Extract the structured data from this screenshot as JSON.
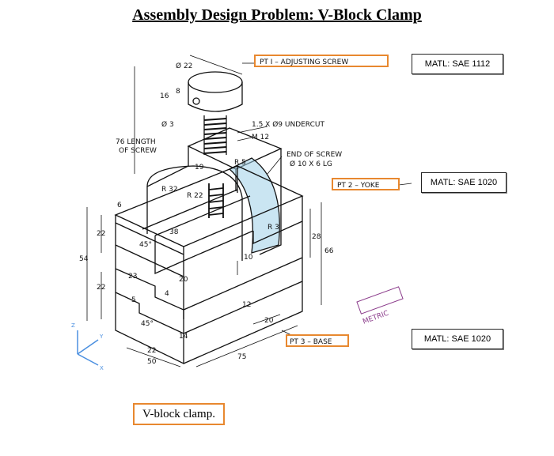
{
  "title": "Assembly Design Problem: V-Block Clamp",
  "parts": [
    {
      "label": "PT I – ADJUSTING SCREW",
      "material": "MATL: SAE 1112"
    },
    {
      "label": "PT 2 – YOKE",
      "material": "MATL: SAE 1020"
    },
    {
      "label": "PT 3 – BASE",
      "material": "MATL: SAE 1020"
    }
  ],
  "callouts": {
    "undercut": "1.5 X Ø9 UNDERCUT",
    "thread": "M 12",
    "screw_end_1": "END OF SCREW",
    "screw_end_2": "Ø 10 X 6 LG",
    "length_1": "76 LENGTH",
    "length_2": "OF SCREW",
    "metric": "METRIC"
  },
  "dimensions": {
    "d22": "Ø 22",
    "d3": "Ø 3",
    "d16": "16",
    "d8": "8",
    "d19": "19",
    "r5": "R 5",
    "r32": "R 32",
    "r22": "R 22",
    "r3": "R 3",
    "d6": "6",
    "d22a": "22",
    "d38": "38",
    "a45a": "45°",
    "d54": "54",
    "d23": "23",
    "d20": "20",
    "d4": "4",
    "d22b": "22",
    "d5": "5",
    "d10": "10",
    "d12": "12",
    "d28": "28",
    "d66": "66",
    "d20b": "20",
    "a45b": "45°",
    "d14": "14",
    "d22c": "22",
    "d50": "50",
    "d75": "75"
  },
  "axes": {
    "z": "Z",
    "y": "Y",
    "x": "X"
  },
  "caption": "V-block clamp.",
  "colors": {
    "highlight": "#e8882f",
    "axis": "#4a8fe0",
    "hatch": "#9fd0e8"
  }
}
